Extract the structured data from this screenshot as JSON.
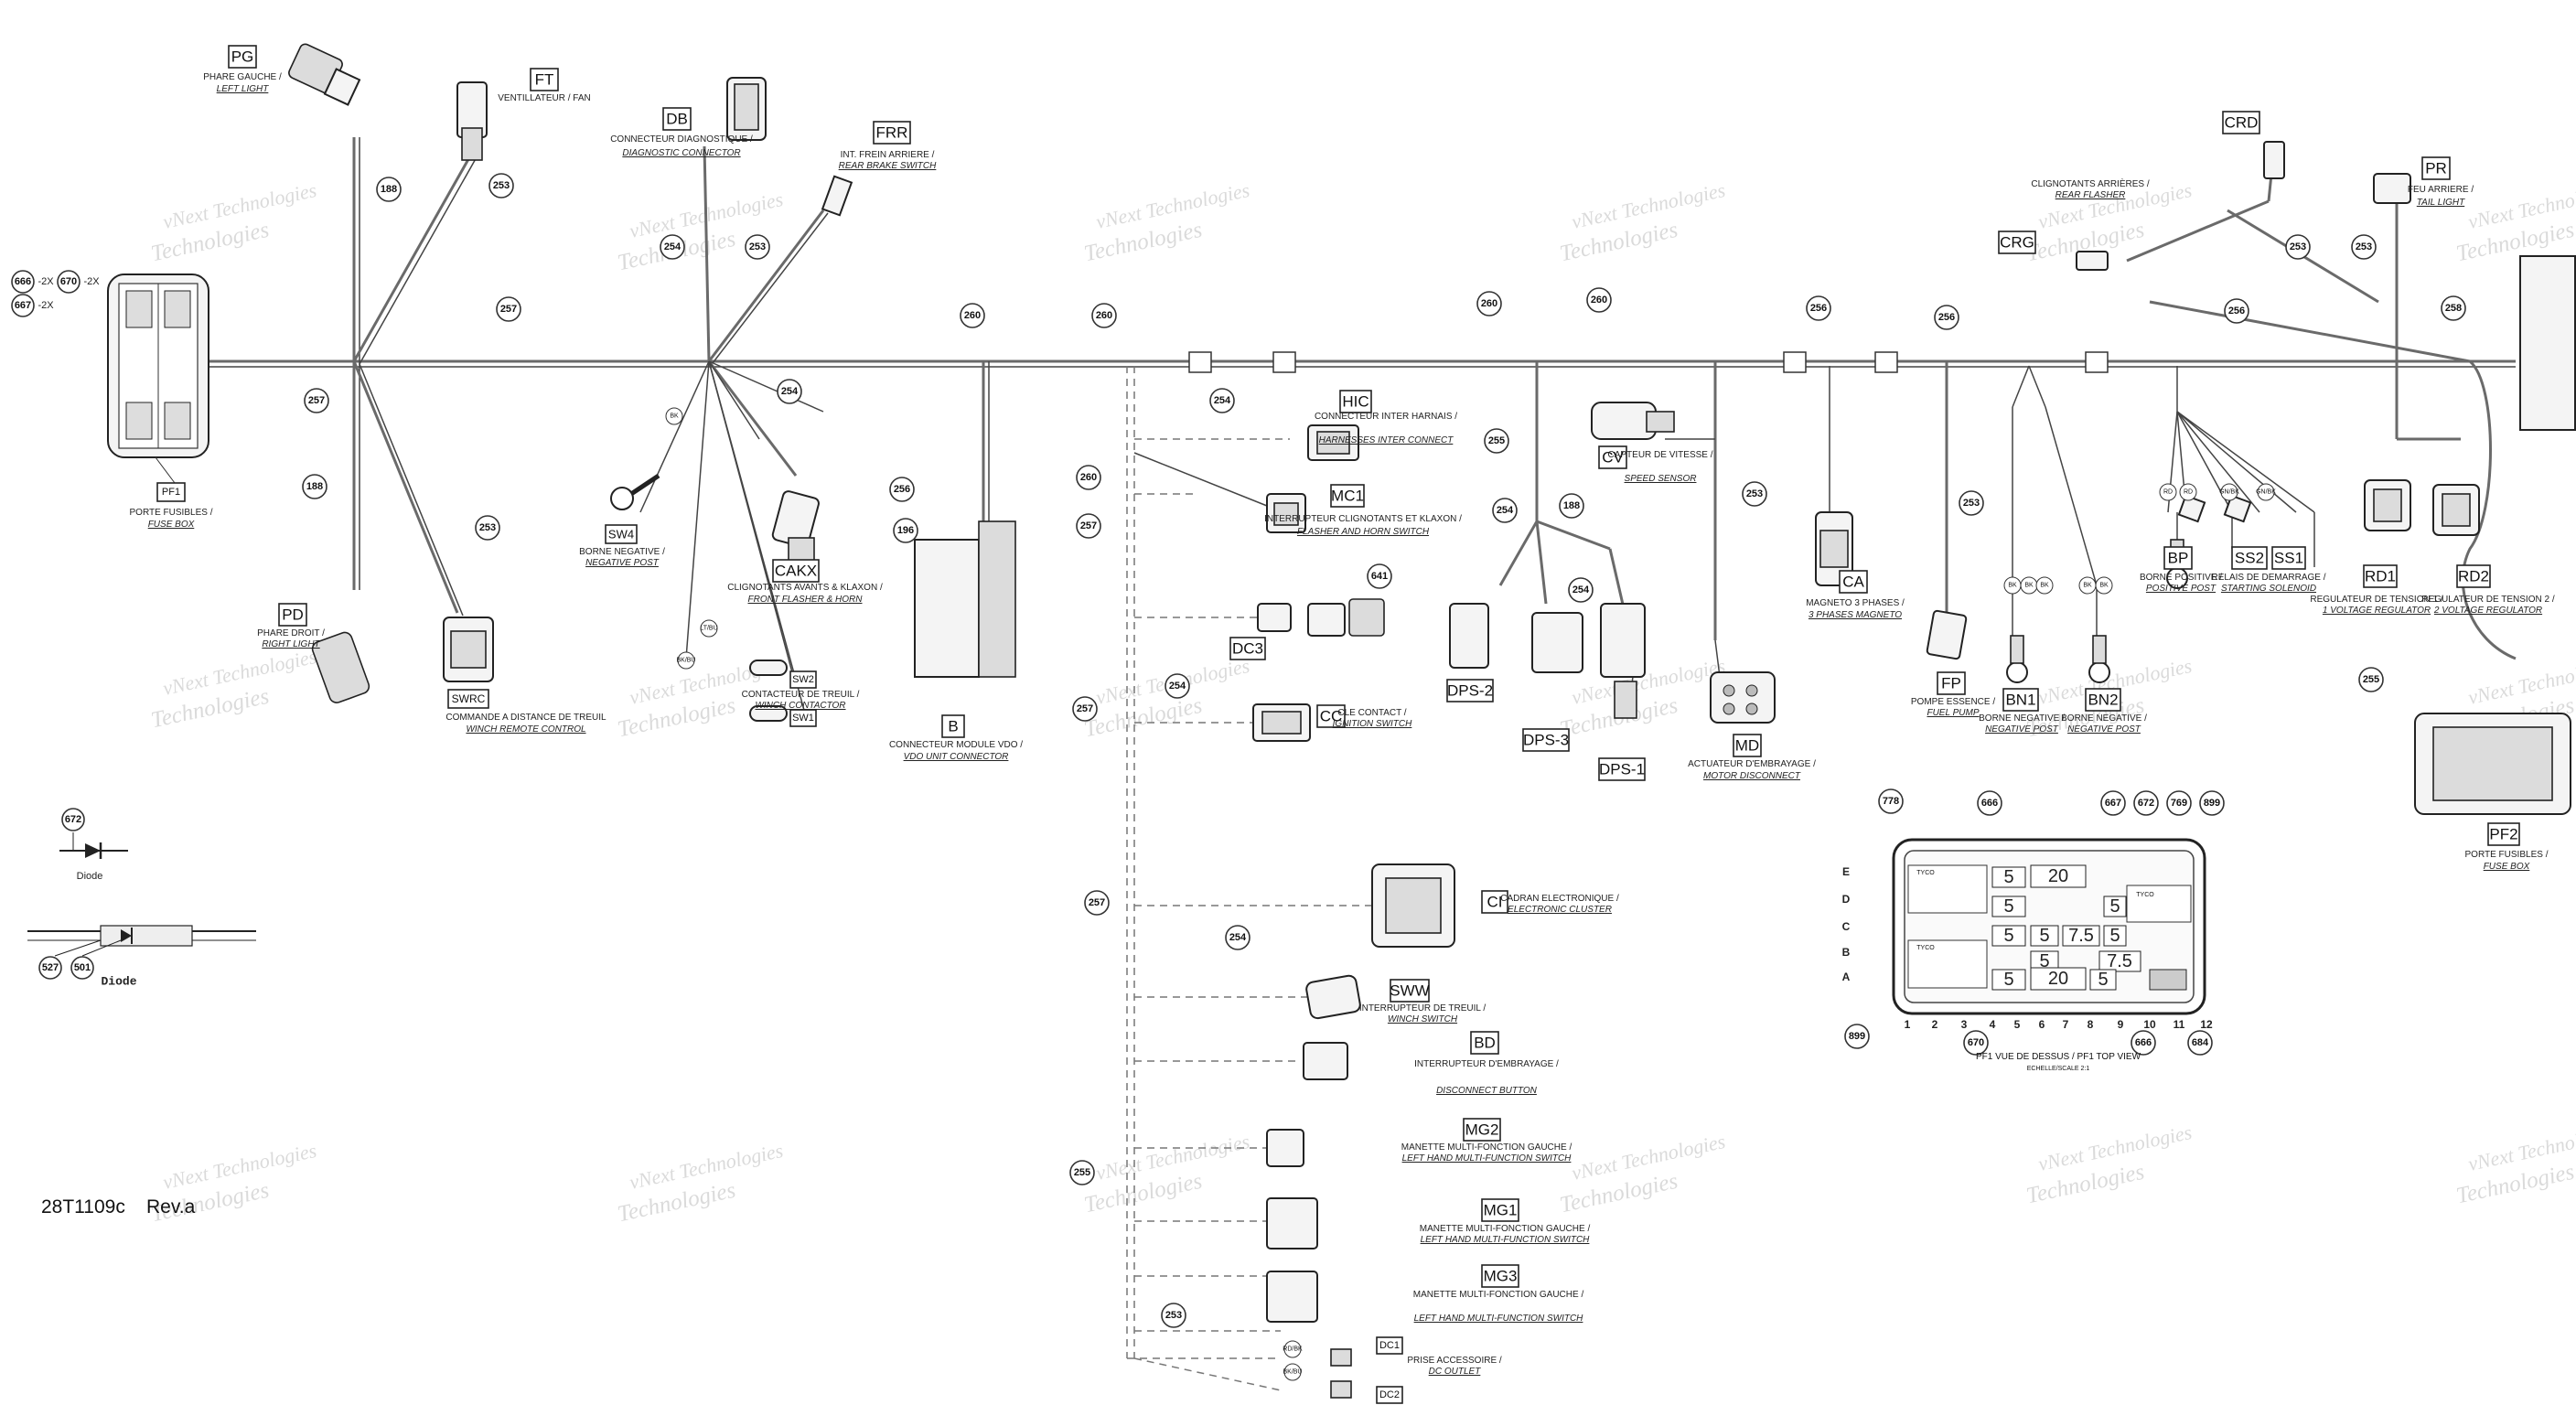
{
  "document": {
    "drawing_number": "28T1109c",
    "revision": "Rev.a",
    "watermark_line1": "vNext Technologies",
    "watermark_line2": "Technologies"
  },
  "connectors": {
    "PG": {
      "code": "PG",
      "fr": "PHARE GAUCHE /",
      "en": "LEFT LIGHT"
    },
    "FT": {
      "code": "FT",
      "fr": "VENTILLATEUR / FAN",
      "en": ""
    },
    "DB": {
      "code": "DB",
      "fr": "CONNECTEUR DIAGNOSTIQUE /",
      "en": "DIAGNOSTIC CONNECTOR"
    },
    "FRR": {
      "code": "FRR",
      "fr": "INT. FREIN ARRIERE /",
      "en": "REAR BRAKE SWITCH"
    },
    "CRD": {
      "code": "CRD",
      "fr": "",
      "en": ""
    },
    "CRG": {
      "code": "CRG",
      "fr": "CLIGNOTANTS ARRIÈRES /",
      "en": "REAR FLASHER"
    },
    "PR": {
      "code": "PR",
      "fr": "FEU ARRIERE /",
      "en": "TAIL LIGHT"
    },
    "PF1": {
      "code": "PF1",
      "fr": "PORTE FUSIBLES /",
      "en": "FUSE BOX"
    },
    "SW4": {
      "code": "SW4",
      "fr": "BORNE NEGATIVE /",
      "en": "NEGATIVE POST"
    },
    "CAKX": {
      "code": "CAKX",
      "fr": "CLIGNOTANTS AVANTS & KLAXON /",
      "en": "FRONT FLASHER & HORN"
    },
    "HIC": {
      "code": "HIC",
      "fr": "CONNECTEUR INTER HARNAIS /",
      "en": "HARNESSES INTER CONNECT"
    },
    "MC1": {
      "code": "MC1",
      "fr": "INTERRUPTEUR CLIGNOTANTS ET KLAXON /",
      "en": "FLASHER AND HORN SWITCH"
    },
    "CV": {
      "code": "CV",
      "fr": "CAPTEUR DE VITESSE /",
      "en": "SPEED SENSOR"
    },
    "CA": {
      "code": "CA",
      "fr": "MAGNETO 3 PHASES /",
      "en": "3 PHASES MAGNETO"
    },
    "BP": {
      "code": "BP",
      "fr": "BORNE POSITIVE /",
      "en": "POSITIVE POST"
    },
    "SS2": {
      "code": "SS2",
      "fr": "",
      "en": ""
    },
    "SS1": {
      "code": "SS1",
      "fr": "RELAIS DE DEMARRAGE /",
      "en": "STARTING SOLENOID"
    },
    "RD1": {
      "code": "RD1",
      "fr": "REGULATEUR DE TENSION 1 /",
      "en": "1 VOLTAGE REGULATOR"
    },
    "RD2": {
      "code": "RD2",
      "fr": "REGULATEUR DE TENSION 2 /",
      "en": "2 VOLTAGE REGULATOR"
    },
    "PD": {
      "code": "PD",
      "fr": "PHARE DROIT /",
      "en": "RIGHT LIGHT"
    },
    "SWRC": {
      "code": "SWRC",
      "fr": "COMMANDE A DISTANCE DE TREUIL",
      "en": "WINCH REMOTE CONTROL"
    },
    "SW2": {
      "code": "SW2",
      "fr": "CONTACTEUR DE TREUIL /",
      "en": "WINCH CONTACTOR"
    },
    "SW1": {
      "code": "SW1",
      "fr": "",
      "en": ""
    },
    "B": {
      "code": "B",
      "fr": "CONNECTEUR MODULE VDO /",
      "en": "VDO UNIT CONNECTOR"
    },
    "DC3": {
      "code": "DC3",
      "fr": "",
      "en": ""
    },
    "CC": {
      "code": "CC",
      "fr": "CLE CONTACT /",
      "en": "IGNITION SWITCH"
    },
    "DPS-2": {
      "code": "DPS-2",
      "fr": "",
      "en": ""
    },
    "DPS-3": {
      "code": "DPS-3",
      "fr": "",
      "en": ""
    },
    "DPS-1": {
      "code": "DPS-1",
      "fr": "",
      "en": ""
    },
    "MD": {
      "code": "MD",
      "fr": "ACTUATEUR D'EMBRAYAGE /",
      "en": "MOTOR DISCONNECT"
    },
    "FP": {
      "code": "FP",
      "fr": "POMPE ESSENCE /",
      "en": "FUEL PUMP"
    },
    "BN1": {
      "code": "BN1",
      "fr": "BORNE NEGATIVE /",
      "en": "NEGATIVE POST"
    },
    "BN2": {
      "code": "BN2",
      "fr": "BORNE NEGATIVE /",
      "en": "NEGATIVE POST"
    },
    "PF2": {
      "code": "PF2",
      "fr": "PORTE FUSIBLES /",
      "en": "FUSE BOX"
    },
    "CI": {
      "code": "CI",
      "fr": "CADRAN ELECTRONIQUE /",
      "en": "ELECTRONIC CLUSTER"
    },
    "SWW": {
      "code": "SWW",
      "fr": "INTERRUPTEUR DE TREUIL /",
      "en": "WINCH SWITCH"
    },
    "BD": {
      "code": "BD",
      "fr": "INTERRUPTEUR D'EMBRAYAGE /",
      "en": "DISCONNECT BUTTON"
    },
    "MG2": {
      "code": "MG2",
      "fr": "MANETTE MULTI-FONCTION GAUCHE /",
      "en": "LEFT HAND MULTI-FUNCTION SWITCH"
    },
    "MG1": {
      "code": "MG1",
      "fr": "MANETTE MULTI-FONCTION GAUCHE /",
      "en": "LEFT HAND MULTI-FUNCTION SWITCH"
    },
    "MG3": {
      "code": "MG3",
      "fr": "MANETTE MULTI-FONCTION GAUCHE /",
      "en": "LEFT HAND MULTI-FUNCTION SWITCH"
    },
    "DC1": {
      "code": "DC1",
      "fr": "PRISE ACCESSOIRE /",
      "en": "DC OUTLET"
    },
    "DC2": {
      "code": "DC2",
      "fr": "",
      "en": ""
    }
  },
  "diode": {
    "label1": "Diode",
    "label2": "Diode",
    "part": "672",
    "parts": [
      "527",
      "501"
    ]
  },
  "pf1_top_view": {
    "title": "PF1 VUE DE DESSUS / PF1 TOP VIEW",
    "scale": "ECHELLE/SCALE 2:1",
    "rows": [
      "E",
      "D",
      "C",
      "B",
      "A"
    ],
    "cols": [
      "1",
      "2",
      "3",
      "4",
      "5",
      "6",
      "7",
      "8",
      "9",
      "10",
      "11",
      "12"
    ],
    "fuse_values": [
      "5",
      "5",
      "20",
      "5",
      "5",
      "7.5",
      "5",
      "5",
      "7.5",
      "5",
      "5",
      "20",
      "5"
    ],
    "brand_labels": [
      "TYCO",
      "TYCO",
      "TYCO"
    ],
    "callouts": [
      "778",
      "666",
      "667",
      "672",
      "769",
      "899",
      "899",
      "670",
      "666",
      "684"
    ]
  },
  "wire_numbers": [
    "188",
    "253",
    "257",
    "254",
    "253",
    "260",
    "260",
    "260",
    "260",
    "256",
    "256",
    "253",
    "256",
    "258",
    "257",
    "188",
    "253",
    "254",
    "256",
    "196",
    "260",
    "257",
    "254",
    "257",
    "254",
    "255",
    "188",
    "254",
    "254",
    "253",
    "253",
    "253",
    "254",
    "257",
    "253",
    "255",
    "641"
  ],
  "pf1_side_parts": [
    "666",
    "-2X",
    "670",
    "-2X",
    "667",
    "-2X"
  ],
  "wire_colors": [
    "BK",
    "BK",
    "BK/BU",
    "LT/BU",
    "RD",
    "RD",
    "GN/BK",
    "GN/BK",
    "BK",
    "BK",
    "BK",
    "BK",
    "RD/BK",
    "BK/BU"
  ]
}
